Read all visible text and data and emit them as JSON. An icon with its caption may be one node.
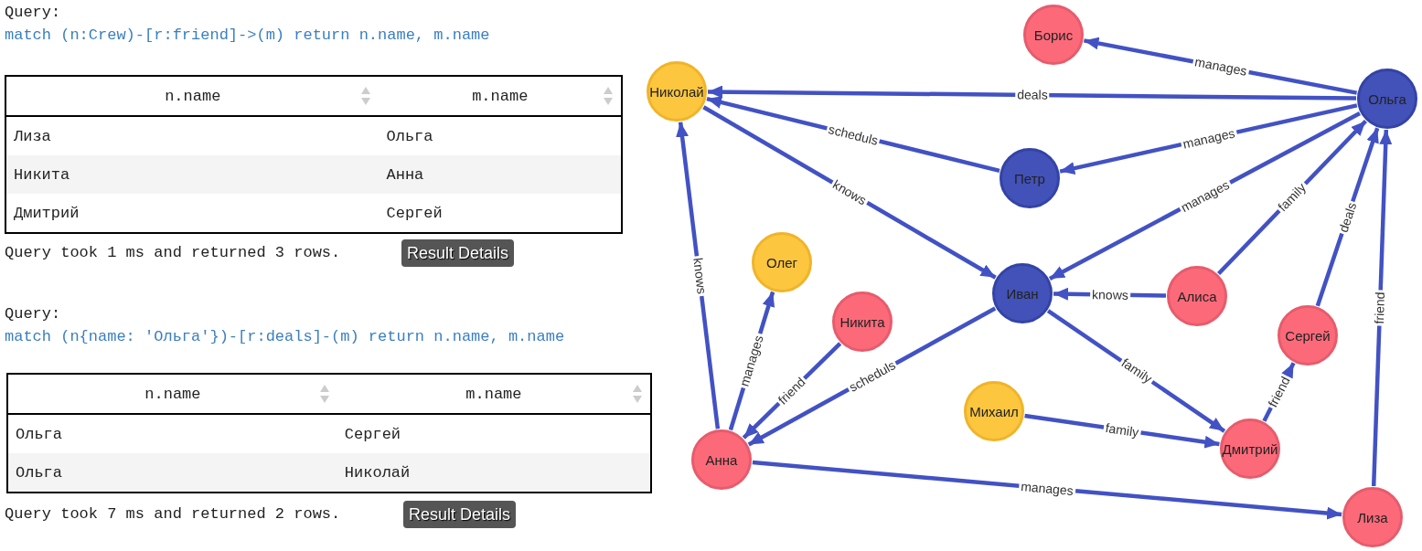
{
  "diagram": {
    "nodes": [
      {
        "text": [
          "Борис"
        ]
      },
      {
        "text": [
          "Николай"
        ]
      },
      {
        "text": [
          "Ольга"
        ]
      },
      {
        "text": [
          "Петр"
        ]
      },
      {
        "text": [
          "Олег"
        ]
      },
      {
        "text": [
          "Никита"
        ]
      },
      {
        "text": [
          "Иван"
        ]
      },
      {
        "text": [
          "Алиса"
        ]
      },
      {
        "text": [
          "Сергей"
        ]
      },
      {
        "text": [
          "Михаил"
        ]
      },
      {
        "text": [
          "Анна"
        ]
      },
      {
        "text": [
          "Дмитрий"
        ]
      },
      {
        "text": [
          "Лиза"
        ]
      }
    ],
    "edges": [
      {
        "from": 2,
        "to": 0,
        "arrow": "to",
        "label": "manages"
      },
      {
        "from": 2,
        "to": 1,
        "arrow": "to",
        "label": "deals"
      },
      {
        "from": 3,
        "to": 1,
        "arrow": "to",
        "label": "scheduls"
      },
      {
        "from": 2,
        "to": 3,
        "arrow": "to",
        "label": "manages"
      },
      {
        "from": 1,
        "to": 6,
        "arrow": "to",
        "label": "knows"
      },
      {
        "from": 2,
        "to": 6,
        "arrow": "to",
        "label": "manages"
      },
      {
        "from": 7,
        "to": 2,
        "arrow": "to",
        "label": "family"
      },
      {
        "from": 8,
        "to": 2,
        "arrow": "to",
        "label": "deals"
      },
      {
        "from": 12,
        "to": 2,
        "arrow": "to",
        "label": "friend"
      },
      {
        "from": 7,
        "to": 6,
        "arrow": "to",
        "label": "knows"
      },
      {
        "from": 10,
        "to": 1,
        "arrow": "to",
        "label": "knows"
      },
      {
        "from": 10,
        "to": 4,
        "arrow": "to",
        "label": "manages"
      },
      {
        "from": 5,
        "to": 10,
        "arrow": "to",
        "label": "friend"
      },
      {
        "from": 6,
        "to": 10,
        "arrow": "to",
        "label": "scheduls"
      },
      {
        "from": 6,
        "to": 11,
        "arrow": "to",
        "label": "family"
      },
      {
        "from": 9,
        "to": 11,
        "arrow": "to",
        "label": "family"
      },
      {
        "from": 11,
        "to": 8,
        "arrow": "to",
        "label": "friend"
      },
      {
        "from": 10,
        "to": 12,
        "arrow": "to",
        "label": "manages"
      }
    ],
    "labels": [
      "Query:",
      "match (n:Crew)-[r:friend]->(m) return n.name, m.name",
      "n.name",
      "m.name",
      "Лиза",
      "Ольга",
      "Никита",
      "Анна",
      "Дмитрий",
      "Сергей",
      "Query took 1 ms and returned 3 rows.",
      "Result Details",
      "Query:",
      "match (n{name: 'Ольга'})-[r:deals]-(m) return n.name, m.name",
      "n.name",
      "m.name",
      "Ольга",
      "Сергей",
      "Ольга",
      "Николай",
      "Query took 7 ms and returned 2 rows.",
      "Result Details"
    ]
  }
}
